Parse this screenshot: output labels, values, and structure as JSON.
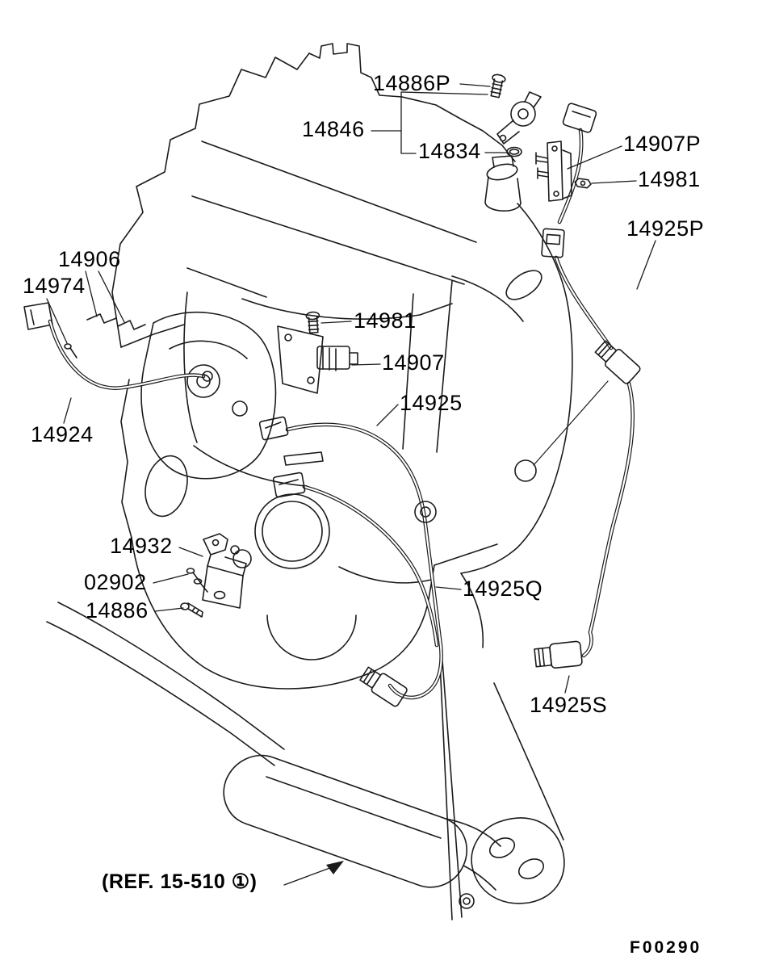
{
  "figure": {
    "code": "F00290",
    "ref_label": "(REF. 15-510 ①)"
  },
  "colors": {
    "line": "#1b1b1b",
    "background": "#ffffff",
    "text": "#000000"
  },
  "labels": [
    {
      "part": "14886P",
      "text": "14886P"
    },
    {
      "part": "14846",
      "text": "14846"
    },
    {
      "part": "14834",
      "text": "14834"
    },
    {
      "part": "14907P",
      "text": "14907P"
    },
    {
      "part": "14981-upper",
      "text": "14981"
    },
    {
      "part": "14925P",
      "text": "14925P"
    },
    {
      "part": "14906",
      "text": "14906"
    },
    {
      "part": "14974",
      "text": "14974"
    },
    {
      "part": "14981-mid",
      "text": "14981"
    },
    {
      "part": "14907",
      "text": "14907"
    },
    {
      "part": "14925",
      "text": "14925"
    },
    {
      "part": "14924",
      "text": "14924"
    },
    {
      "part": "14932",
      "text": "14932"
    },
    {
      "part": "02902",
      "text": "02902"
    },
    {
      "part": "14886",
      "text": "14886"
    },
    {
      "part": "14925Q",
      "text": "14925Q"
    },
    {
      "part": "14925S",
      "text": "14925S"
    }
  ]
}
